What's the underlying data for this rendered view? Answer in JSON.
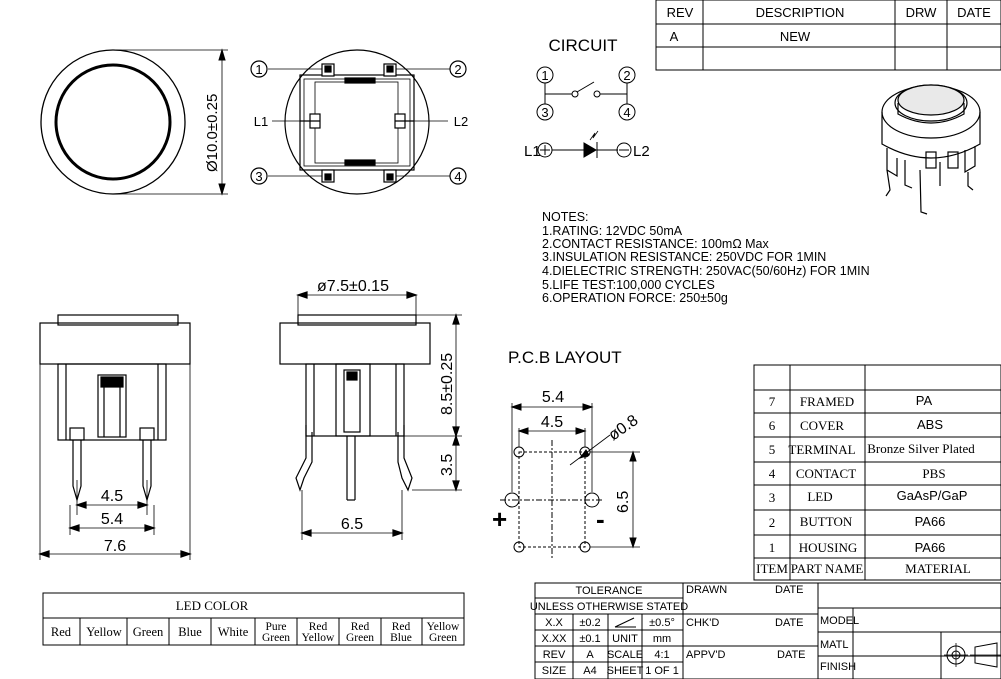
{
  "revision_table": {
    "headers": [
      "REV",
      "DESCRIPTION",
      "DRW",
      "DATE"
    ],
    "rows": [
      [
        "A",
        "NEW",
        "",
        ""
      ],
      [
        "",
        "",
        "",
        ""
      ]
    ]
  },
  "circuit": {
    "title": "CIRCUIT",
    "pins": [
      "1",
      "2",
      "3",
      "4"
    ],
    "led_left": "L1",
    "led_right": "L2"
  },
  "top_view": {
    "pin_labels": [
      "1",
      "2",
      "3",
      "4"
    ],
    "led_left": "L1",
    "led_right": "L2",
    "diameter_dim": "Ø10.0±0.25"
  },
  "notes": {
    "title": "NOTES:",
    "lines": [
      "1.RATING:  12VDC  50mA",
      "2.CONTACT  RESISTANCE:  100mΩ  Max",
      "3.INSULATION  RESISTANCE:  250VDC  FOR  1MIN",
      "4.DIELECTRIC  STRENGTH:  250VAC(50/60Hz)  FOR  1MIN",
      "5.LIFE  TEST:100,000  CYCLES",
      "6.OPERATION  FORCE:  250±50g"
    ]
  },
  "front_view": {
    "dims": [
      "4.5",
      "5.4",
      "7.6"
    ]
  },
  "side_view": {
    "cap_dim": "ø7.5±0.15",
    "height_dim": "8.5±0.25",
    "pin_dim": "3.5",
    "width_dim": "6.5"
  },
  "pcb_layout": {
    "title": "P.C.B  LAYOUT",
    "dims": [
      "5.4",
      "4.5",
      "ø0.8",
      "6.5"
    ],
    "plus": "+",
    "minus": "-"
  },
  "parts_table": {
    "rows": [
      [
        "7",
        "FRAMED",
        "PA"
      ],
      [
        "6",
        "COVER",
        "ABS"
      ],
      [
        "5",
        "TERMINAL",
        "Bronze Silver Plated"
      ],
      [
        "4",
        "CONTACT",
        "PBS"
      ],
      [
        "3",
        "LED",
        "GaAsP/GaP"
      ],
      [
        "2",
        "BUTTON",
        "PA66"
      ],
      [
        "1",
        "HOUSING",
        "PA66"
      ]
    ],
    "header": [
      "ITEM",
      "PART NAME",
      "MATERIAL"
    ]
  },
  "led_color": {
    "title": "LED COLOR",
    "colors": [
      "Red",
      "Yellow",
      "Green",
      "Blue",
      "White",
      "Pure Green",
      "Red Yellow",
      "Red Green",
      "Red Blue",
      "Yellow Green"
    ]
  },
  "title_block": {
    "tolerance_title": "TOLERANCE",
    "tolerance_note": "UNLESS OTHERWISE STATED",
    "xx_label": "X.X",
    "xx_val": "±0.2",
    "angle_val": "±0.5°",
    "xxx_label": "X.XX",
    "xxx_val": "±0.1",
    "unit_label": "UNIT",
    "unit_val": "mm",
    "rev_label": "REV",
    "rev_val": "A",
    "scale_label": "SCALE",
    "scale_val": "4:1",
    "size_label": "SIZE",
    "size_val": "A4",
    "sheet_label": "SHEET",
    "sheet_val": "1 OF 1",
    "drawn": "DRAWN",
    "chkd": "CHK'D",
    "appvd": "APPV'D",
    "date": "DATE",
    "model": "MODEL",
    "matl": "MATL",
    "finish": "FINISH"
  }
}
